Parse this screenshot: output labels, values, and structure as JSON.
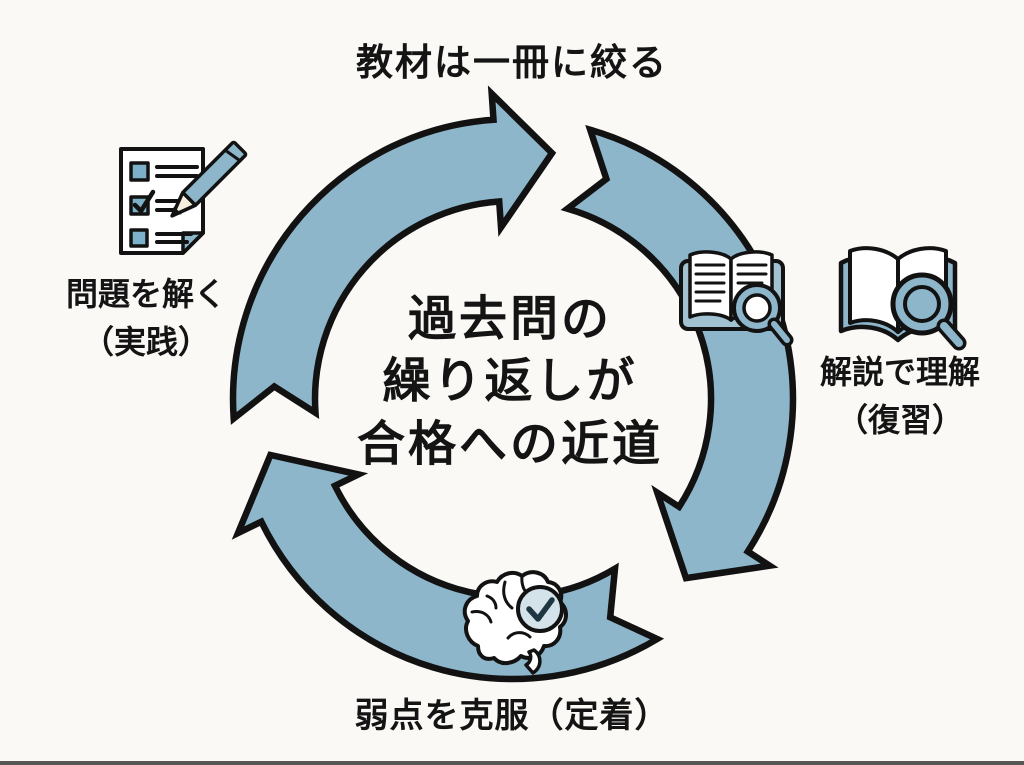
{
  "diagram": {
    "center_title": [
      "過去問の",
      "繰り返しが",
      "合格への近道"
    ],
    "steps": [
      {
        "position": "top",
        "label_lines": [
          "教材は一冊に絞る"
        ],
        "icon": "none"
      },
      {
        "position": "right",
        "label_lines": [
          "解説で理解",
          "（復習）"
        ],
        "icon": "open-book-magnifier-icon"
      },
      {
        "position": "bottom",
        "label_lines": [
          "弱点を克服（定着）"
        ],
        "icon": "brain-checkmark-icon"
      },
      {
        "position": "left",
        "label_lines": [
          "問題を解く",
          "（実践）"
        ],
        "icon": "checklist-pencil-icon"
      }
    ],
    "ring_inner_icon": "open-book-magnifier-icon"
  },
  "colors": {
    "arrow_fill": "#8db6cb",
    "outline": "#121212",
    "icon_blue": "#7db1c9",
    "board_blue": "#a2c2d2",
    "badge_blue": "#d4e2ea",
    "check_dark": "#1d3642",
    "background": "#faf9f6",
    "bottom_edge": "#2e2e2e"
  }
}
